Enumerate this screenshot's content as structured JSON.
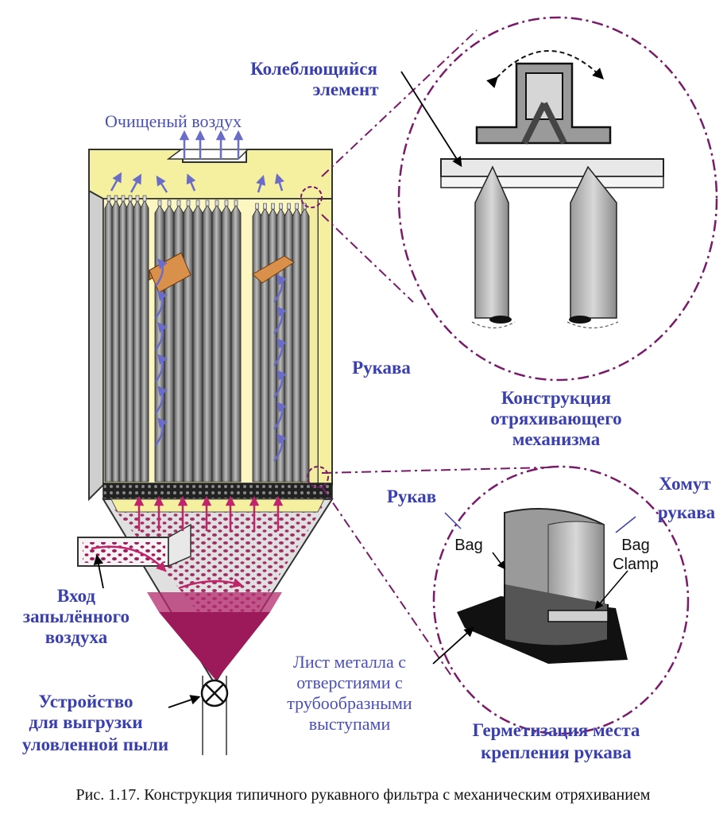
{
  "labels": {
    "clean_air": "Очищеный воздух",
    "oscillating_line1": "Колеблющийся",
    "oscillating_line2": "элемент",
    "bags": "Рукава",
    "shaker_line1": "Конструкция",
    "shaker_line2": "отряхивающего",
    "shaker_line3": "механизма",
    "bag_ru": "Рукав",
    "clamp_ru_line1": "Хомут",
    "clamp_ru_line2": "рукава",
    "bag_en": "Bag",
    "clamp_en_line1": "Bag",
    "clamp_en_line2": "Clamp",
    "inlet_line1": "Вход",
    "inlet_line2": "запылённого",
    "inlet_line3": "воздуха",
    "sheet_line1": "Лист металла с",
    "sheet_line2": "отверстиями с",
    "sheet_line3": "трубообразными",
    "sheet_line4": "выступами",
    "discharge_line1": "Устройство",
    "discharge_line2": "для выгрузки",
    "discharge_line3": "уловленной пыли",
    "sealing_line1": "Герметизация места",
    "sealing_line2": "крепления рукава"
  },
  "caption": "Рис. 1.17. Конструкция типичного рукавного фильтра с механическим отряхиванием",
  "colors": {
    "label_blue": "#3a3fb0",
    "arrow_violet": "#6a6cc8",
    "dust_magenta": "#9c1a5a",
    "housing_yellow": "#f4f0a0",
    "callout_dash": "#7a1a6a"
  }
}
